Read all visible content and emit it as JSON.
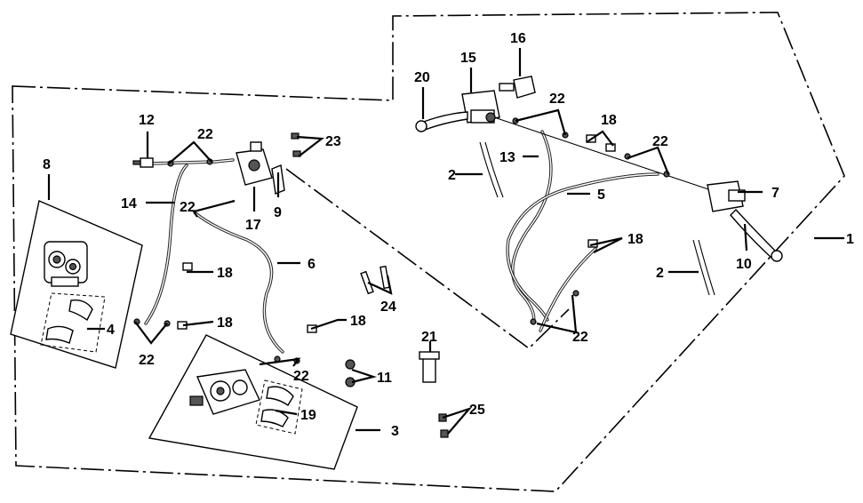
{
  "callouts": {
    "c1": "1",
    "c2a": "2",
    "c2b": "2",
    "c3": "3",
    "c4": "4",
    "c5": "5",
    "c6": "6",
    "c7": "7",
    "c8": "8",
    "c9": "9",
    "c10": "10",
    "c11": "11",
    "c12": "12",
    "c13": "13",
    "c14": "14",
    "c15": "15",
    "c16": "16",
    "c17": "17",
    "c18a": "18",
    "c18b": "18",
    "c18c": "18",
    "c18d": "18",
    "c18e": "18",
    "c19": "19",
    "c20": "20",
    "c21": "21",
    "c22a": "22",
    "c22b": "22",
    "c22c": "22",
    "c22d": "22",
    "c22e": "22",
    "c22f": "22",
    "c22g": "22",
    "c23": "23",
    "c24": "24",
    "c25": "25"
  }
}
